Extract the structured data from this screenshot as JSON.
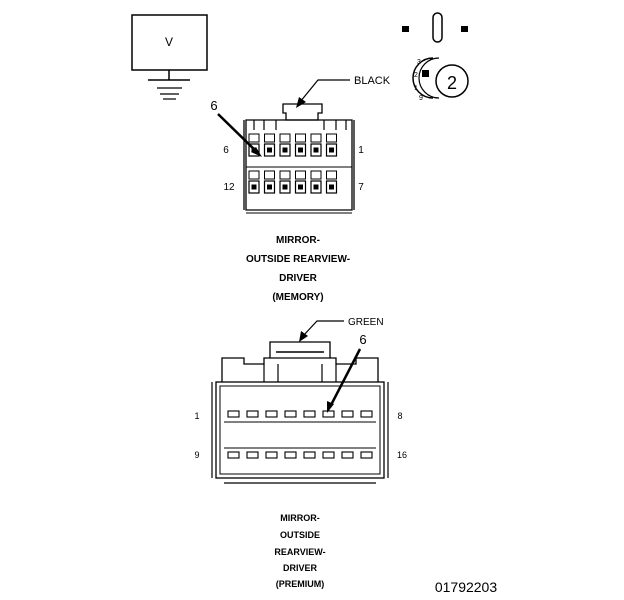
{
  "meter": {
    "symbol": "V"
  },
  "top_connector": {
    "color_label": "BLACK",
    "pin_callout": "6",
    "pin_numbers": {
      "row1_left": "6",
      "row1_right": "1",
      "row2_left": "12",
      "row2_right": "7"
    },
    "caption": [
      "MIRROR-",
      "OUTSIDE REARVIEW-",
      "DRIVER",
      "(MEMORY)"
    ]
  },
  "bottom_connector": {
    "color_label": "GREEN",
    "pin_callout": "6",
    "pin_numbers": {
      "row1_left": "1",
      "row1_right": "8",
      "row2_left": "9",
      "row2_right": "16"
    },
    "caption": [
      "MIRROR-",
      "OUTSIDE",
      "REARVIEW-",
      "DRIVER",
      "(PREMIUM)"
    ]
  },
  "switch_icon": {
    "position_number": "2",
    "small_numbers": [
      "3",
      "2",
      "1",
      "9"
    ]
  },
  "figure_id": "01792203"
}
